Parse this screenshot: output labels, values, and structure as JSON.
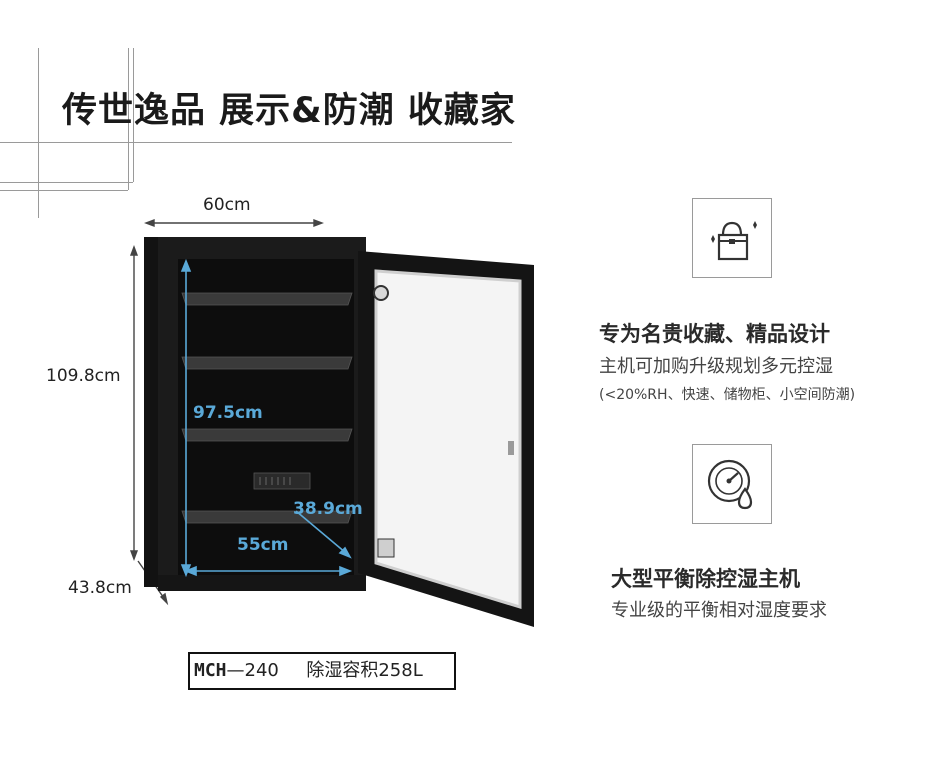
{
  "header": {
    "title": "传世逸品  展示&防潮 收藏家"
  },
  "dimensions": {
    "width": "60cm",
    "height": "109.8cm",
    "depth": "43.8cm",
    "inner_height": "97.5cm",
    "inner_depth": "38.9cm",
    "inner_width": "55cm"
  },
  "model": {
    "code": "MCH",
    "number": "—240",
    "capacity": "除湿容积258L"
  },
  "features": [
    {
      "icon": "handbag-icon",
      "title": "专为名贵收藏、精品设计",
      "subtitle": "主机可加购升级规划多元控湿",
      "note": "(<20%RH、快速、储物柜、小空间防潮)"
    },
    {
      "icon": "humidity-gauge-icon",
      "title": "大型平衡除控湿主机",
      "subtitle": "专业级的平衡相对湿度要求"
    }
  ],
  "colors": {
    "cabinet": "#1b1b1b",
    "inner_dimension": "#5aa9d8",
    "frame_line": "#9a9a9a"
  }
}
